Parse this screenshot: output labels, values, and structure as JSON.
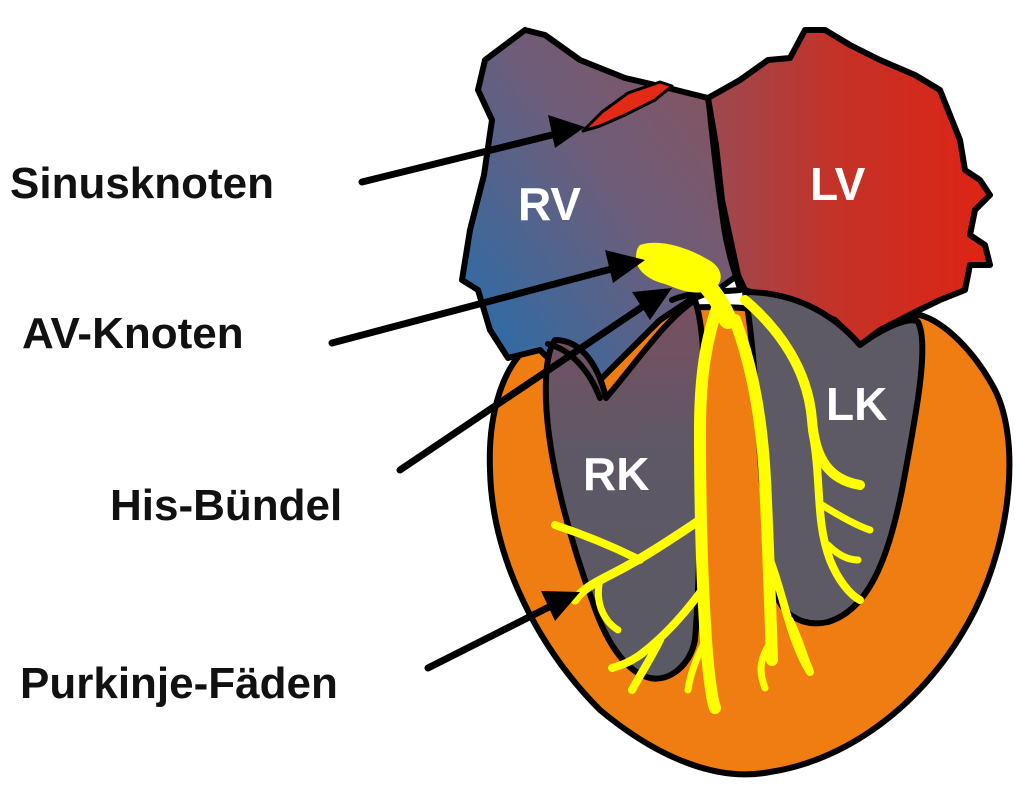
{
  "labels": {
    "sinusknoten": "Sinusknoten",
    "av_knoten": "AV-Knoten",
    "his_buendel": "His-Bündel",
    "purkinje": "Purkinje-Fäden"
  },
  "chambers": {
    "rv": "RV",
    "lv": "LV",
    "rk": "RK",
    "lk": "LK"
  },
  "colors": {
    "right_atrium_blue": "#2c6aa8",
    "atrium_mauve": "#8a5560",
    "left_atrium_red": "#d9261c",
    "sinus_node_red": "#e32a14",
    "ventricle_gray": "#5d5a66",
    "myocardium_orange": "#ef7d12",
    "conduction_yellow": "#ffff00",
    "outline": "#000000"
  }
}
